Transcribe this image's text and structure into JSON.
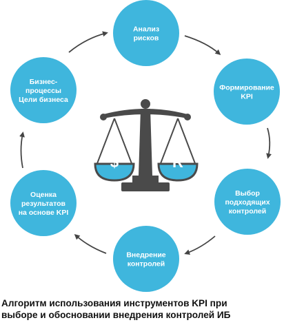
{
  "colors": {
    "node_fill": "#3fb6dd",
    "arrow": "#444444",
    "scale": "#4a4a4a",
    "pan_fill": "#3fb6dd",
    "symbol": "#ffffff"
  },
  "nodes": [
    {
      "id": "risk-analysis",
      "lines": [
        "Анализ",
        "рисков"
      ]
    },
    {
      "id": "kpi-formation",
      "lines": [
        "Формирование",
        "KPI"
      ]
    },
    {
      "id": "controls-selection",
      "lines": [
        "Выбор",
        "подходящих",
        "контролей"
      ]
    },
    {
      "id": "controls-implementation",
      "lines": [
        "Внедрение",
        "контролей"
      ]
    },
    {
      "id": "kpi-evaluation",
      "lines": [
        "Оценка",
        "результатов",
        "на основе KPI"
      ]
    },
    {
      "id": "business-processes",
      "lines": [
        "Бизнес-",
        "процессы",
        "Цели бизнеса"
      ]
    }
  ],
  "scale": {
    "icon": "balance-scale-icon",
    "left_symbol": "$",
    "right_symbol": "R"
  },
  "caption": {
    "line1": "Алгоритм использования инструментов KPI при",
    "line2": "выборе и обосновании внедрения контролей ИБ"
  }
}
